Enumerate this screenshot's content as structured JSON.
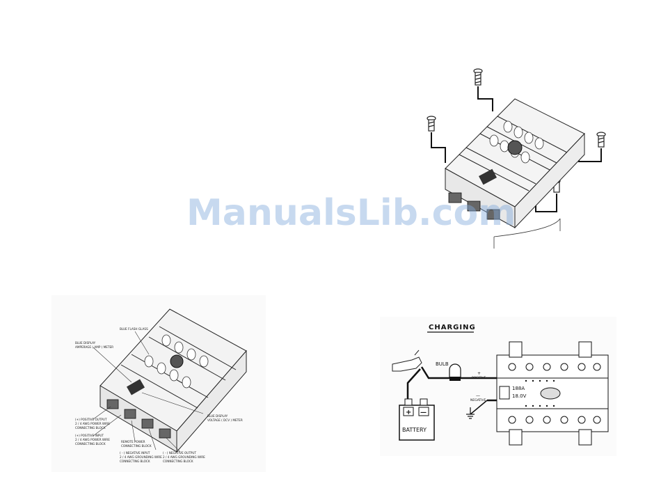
{
  "watermark": "ManualsLib.com",
  "overview": {
    "labels": {
      "blue_fuse": "BLUE FLASH GLASS",
      "amp_meter_1": "BLUE DISPLAY",
      "amp_meter_2": "AMPERAGE ( AMP ) METER",
      "volt_meter_1": "BLUE DISPLAY",
      "volt_meter_2": "VOLTAGE ( DCV ) METER",
      "pos_output_1": "(+) POSITIVE OUTPUT",
      "pos_output_2": "2 / 4 AWG POWER WIRE",
      "pos_output_3": "CONNECTING BLOCK",
      "pos_input_1": "(+) POSITIVE INPUT",
      "pos_input_2": "2 / 4 AWG POWER WIRE",
      "pos_input_3": "CONNECTING BLOCK",
      "remote_1": "REMOTE POWER",
      "remote_2": "CONNECTING BLOCK",
      "neg_input_1": "( - ) NEGATIVE INPUT",
      "neg_input_2": "2 / 4 AWG GROUNDING WIRE",
      "neg_input_3": "CONNECTING BLOCK",
      "neg_output_1": "( - ) NEGATIVE OUTPUT",
      "neg_output_2": "2 / 4 AWG GROUNDING WIRE",
      "neg_output_3": "CONNECTING BLOCK"
    }
  },
  "charging": {
    "title": "CHARGING",
    "bulb": "BULB",
    "positive_sign": "+",
    "positive": "POSITIVE",
    "negative_sign": "—",
    "negative": "NEGATIVE",
    "battery": "BATTERY",
    "plus": "+",
    "minus": "—",
    "display_amp": "188A",
    "display_volt": "18.0V"
  }
}
